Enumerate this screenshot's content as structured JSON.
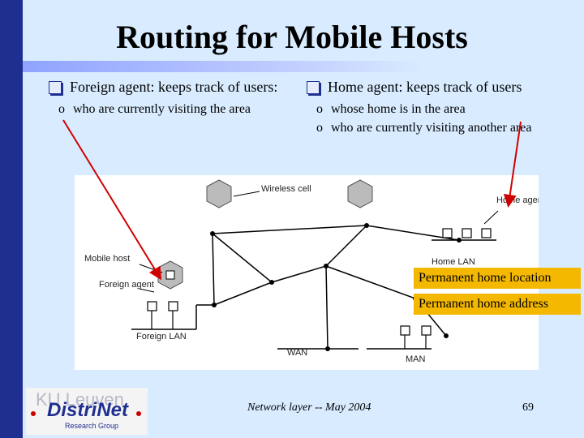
{
  "slide": {
    "title": "Routing for Mobile  Hosts",
    "left": {
      "bullet": "Foreign agent: keeps track of users:",
      "subs": [
        "who are currently visiting the area"
      ]
    },
    "right": {
      "bullet": "Home agent: keeps track of users",
      "subs": [
        "whose home is in the area",
        "who are currently visiting another area"
      ]
    },
    "sub_marker": "o",
    "notes": [
      "Permanent home location",
      "Permanent home address"
    ],
    "footer": "Network layer -- May 2004",
    "page_number": "69"
  },
  "diagram": {
    "labels": {
      "wireless_cell": "Wireless cell",
      "home_agent": "Home agent",
      "mobile_host": "Mobile host",
      "foreign_agent": "Foreign agent",
      "home_lan": "Home LAN",
      "foreign_lan": "Foreign LAN",
      "wan": "WAN",
      "man": "MAN"
    }
  },
  "logo": {
    "university": "KU Leuven",
    "name": "DistriNet",
    "tagline": "Research Group"
  },
  "colors": {
    "accent": "#1f2f8f",
    "background": "#d9ecff",
    "note": "#f5b800",
    "arrow": "#d10000"
  }
}
